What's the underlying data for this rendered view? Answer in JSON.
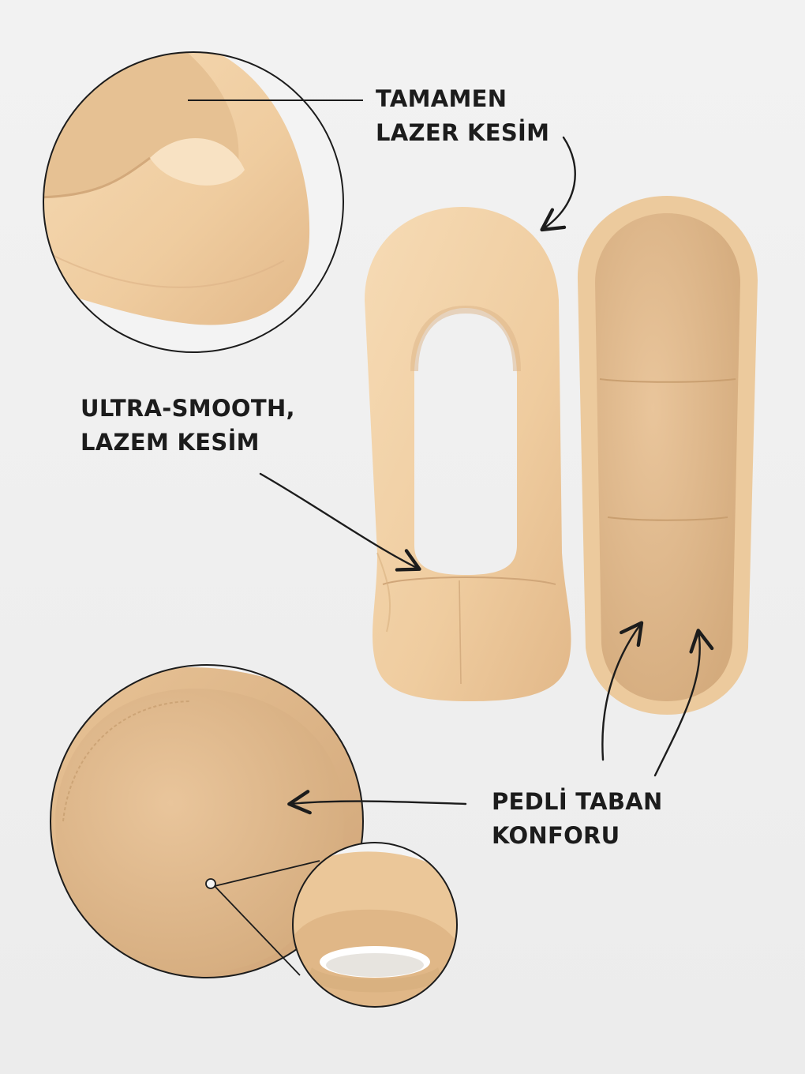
{
  "callouts": {
    "laser_cut": {
      "line1": "TAMAMEN",
      "line2": "LAZER KESİM"
    },
    "ultra_smooth": {
      "line1": "ULTRA-SMOOTH,",
      "line2": "LAZEM KESİM"
    },
    "padded_sole": {
      "line1": "PEDLİ TABAN",
      "line2": "KONFORU"
    }
  },
  "colors": {
    "background": "#efefef",
    "fabric": "#f0cfa5",
    "fabric_shadow": "#dcb387",
    "ink": "#1c1c1c"
  }
}
